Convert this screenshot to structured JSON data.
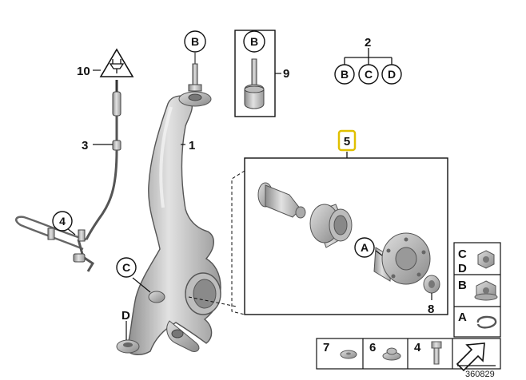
{
  "callouts": {
    "p1": "1",
    "p2": "2",
    "p3": "3",
    "p4": "4",
    "p5": "5",
    "p8": "8",
    "p9": "9",
    "p10": "10",
    "b_top": "B",
    "b_box": "B",
    "b_tree": "B",
    "c_tree": "C",
    "d_tree": "D",
    "a_hub": "A",
    "c_knuckle": "C",
    "d_knuckle": "D"
  },
  "legend": {
    "c_letter": "C",
    "d_letter": "D",
    "b_letter": "B",
    "a_letter": "A",
    "n7": "7",
    "n6": "6",
    "n4": "4"
  },
  "image_number": "360829",
  "colors": {
    "highlight": "#e0c000",
    "line": "#111111",
    "part_fill": "#c9c9c9"
  }
}
